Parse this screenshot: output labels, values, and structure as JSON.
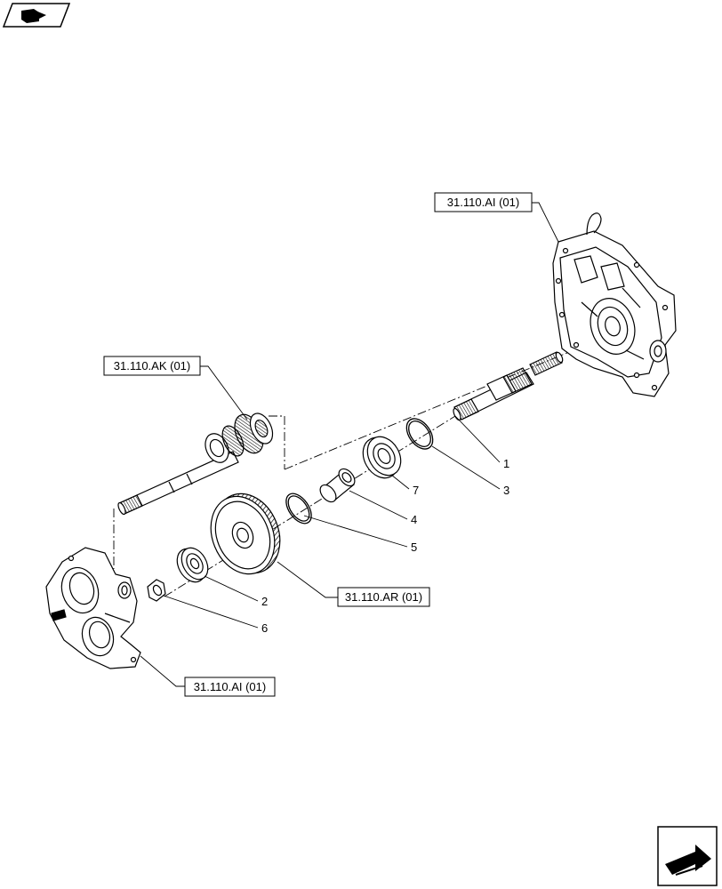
{
  "references": {
    "housing_top": "31.110.AI (01)",
    "shaft_assembly": "31.110.AK (01)",
    "gear_wheel": "31.110.AR (01)",
    "housing_bottom": "31.110.AI (01)"
  },
  "callouts": {
    "p1": "1",
    "p2": "2",
    "p3": "3",
    "p4": "4",
    "p5": "5",
    "p6": "6",
    "p7": "7"
  },
  "icons": {
    "top_left": "book-arrow-icon",
    "bottom_right": "next-page-arrow-icon"
  }
}
